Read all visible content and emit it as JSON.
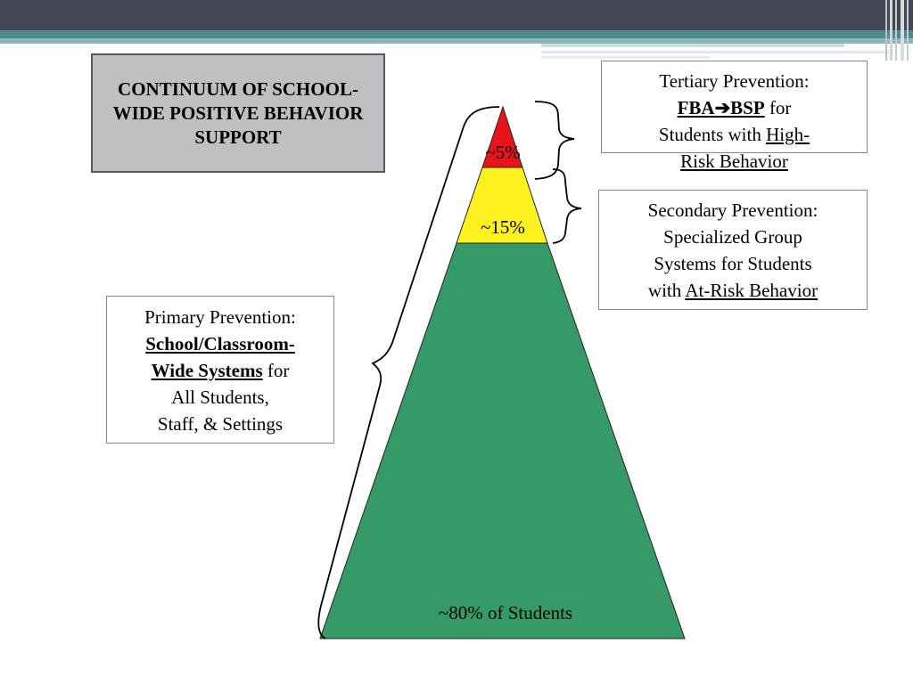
{
  "title": "CONTINUUM OF SCHOOL-WIDE POSITIVE BEHAVIOR SUPPORT",
  "tiers": {
    "tertiary": {
      "line1": "Tertiary Prevention:",
      "fba": "FBA",
      "arrow": "➔",
      "bsp": "BSP",
      "for": " for",
      "line3": "Students with ",
      "high": "High-",
      "risk": "Risk Behavior",
      "percent": "~5%",
      "color": "#e8141c"
    },
    "secondary": {
      "line1": "Secondary Prevention:",
      "line2": "Specialized Group",
      "line3": "Systems for Students",
      "with": "with ",
      "atrisk": "At-Risk Behavior",
      "percent": "~15%",
      "color": "#fdf21f"
    },
    "primary": {
      "line1": "Primary Prevention:",
      "school": "School/Classroom-",
      "wide": "Wide Systems",
      "for": " for",
      "line4": "All Students,",
      "line5": "Staff, & Settings",
      "percent": "~80% of Students",
      "color": "#369a68"
    }
  },
  "theme": {
    "header_dark": "#434655",
    "header_teal": "#4f8a8b"
  }
}
